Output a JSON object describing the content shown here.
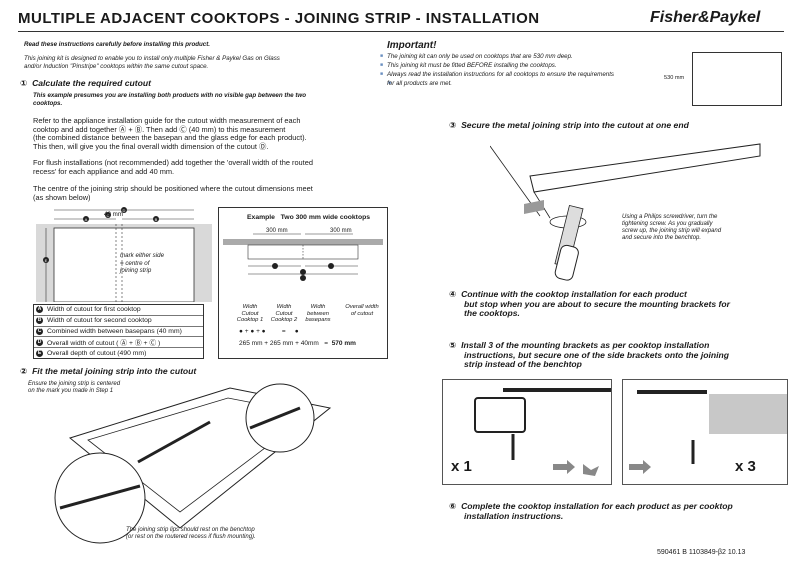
{
  "header": {
    "title": "MULTIPLE ADJACENT COOKTOPS - JOINING STRIP - INSTALLATION",
    "brand": "Fisher&Paykel"
  },
  "intro": {
    "line1": "Read these instructions carefully before installing this product.",
    "line2": "This joining kit is designed to enable you to install only multiple Fisher & Paykel Gas on Glass",
    "line3": "and/or Induction \"Pinstripe\" cooktops within the same cutout space."
  },
  "step1": {
    "heading": "Calculate the required cutout",
    "sub1": "This example presumes you are installing both products with no visible gap between the two",
    "sub2": "cooktops.",
    "p1a": "Refer to the appliance installation guide for the cutout width measurement of each",
    "p1b": "cooktop and add together Ⓐ + Ⓑ. Then add Ⓒ (40 mm) to this measurement",
    "p1c": "(the combined distance between the basepan and the glass edge for each product).",
    "p1d": "This then, will  give you the final overall width dimension of the cutout Ⓓ.",
    "p2a": "For flush installations (not recommended) add together the 'overall width of the routed",
    "p2b": "recess' for each appliance and add 40 mm.",
    "p3a": "The centre of the joining strip should be positioned where the cutout dimensions meet",
    "p3b": "(as shown below)",
    "dim_c": "40 mm",
    "mark_label": [
      "mark either side",
      "= centre of",
      "joining strip"
    ]
  },
  "legend": [
    {
      "badge": "A",
      "text": "Width of cutout for first cooktop"
    },
    {
      "badge": "B",
      "text": "Width of cutout for second cooktop"
    },
    {
      "badge": "C",
      "text": "Combined width between basepans (40 mm)"
    },
    {
      "badge": "D",
      "text": "Overall  width of cutout ( Ⓐ + Ⓑ + Ⓒ )"
    },
    {
      "badge": "E",
      "text": "Overall  depth of cutout (490 mm)"
    }
  ],
  "example": {
    "title": "Example",
    "subtitle": "Two 300 mm wide cooktops",
    "dim1": "300 mm",
    "dim2": "300 mm",
    "cols": [
      [
        "Width",
        "Cutout",
        "Cooktop 1"
      ],
      [
        "Width",
        "Cutout",
        "Cooktop 2"
      ],
      [
        "Width",
        "between",
        "basepans"
      ],
      [
        "Overall width",
        "of cutout"
      ]
    ],
    "formula": "265 mm + 265 mm + 40mm",
    "equals": "=",
    "result": "570 mm",
    "plus": "+"
  },
  "step2": {
    "heading": "Fit the metal joining strip into the cutout",
    "note1": "Ensure the joining strip is centered",
    "note2": "on the mark you made in Step 1",
    "cap1": "The joining strip lips should rest on the benchtop",
    "cap2": "(or rest on the routered recess if flush mounting)."
  },
  "important": {
    "heading": "Important!",
    "b1": "The joining kit can only be used on cooktops that are 530 mm deep.",
    "b2": "This joining kit must be fitted BEFORE installing the cooktops.",
    "b3a": "Always read the installation instructions for all cooktops to ensure the requirements",
    "b3b": "for all products are met.",
    "dim": "530 mm"
  },
  "step3": {
    "heading": "Secure the metal joining strip into the cutout at one end",
    "c1": "Using a Philips screwdriver, turn the",
    "c2": "tightening screw. As you gradually",
    "c3": "screw up, the joining strip will expand",
    "c4": "and secure into the benchtop."
  },
  "step4": {
    "h1": "Continue with the cooktop installation for each product",
    "h2": "but stop when you are about to secure the mounting brackets for",
    "h3": "the cooktops."
  },
  "step5": {
    "h1": "Install 3 of the mounting brackets as per cooktop installation",
    "h2": "instructions, but secure one of the side brackets onto the joining",
    "h3": "strip instead of the benchtop",
    "x1": "x 1",
    "x3": "x 3"
  },
  "step6": {
    "h1": "Complete the cooktop installation for each product as per cooktop",
    "h2": "installation instructions."
  },
  "footer": {
    "code": "590461 B   1103849-β2   10.13"
  }
}
